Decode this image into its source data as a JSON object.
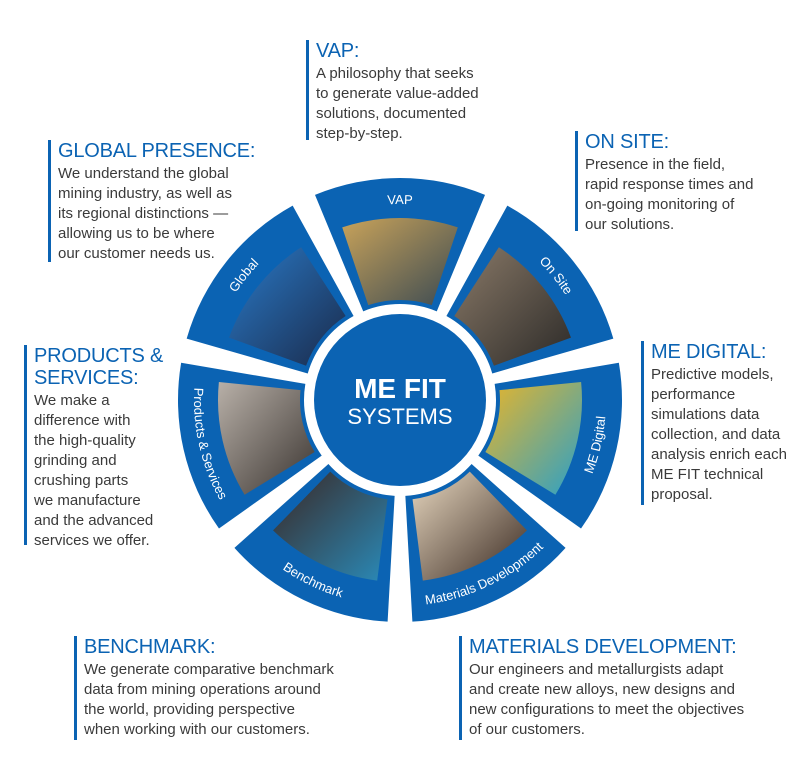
{
  "center": {
    "line1": "ME FIT",
    "line2": "SYSTEMS"
  },
  "segments": [
    {
      "label": "VAP"
    },
    {
      "label": "On Site"
    },
    {
      "label": "ME Digital"
    },
    {
      "label": "Materials Development"
    },
    {
      "label": "Benchmark"
    },
    {
      "label": "Products & Services"
    },
    {
      "label": "Global"
    }
  ],
  "blocks": {
    "vap": {
      "title": "VAP:",
      "body": [
        "A philosophy that seeks",
        "to generate value-added",
        "solutions, documented",
        "step-by-step."
      ]
    },
    "global": {
      "title": "GLOBAL PRESENCE:",
      "body": [
        "We understand the global",
        "mining industry, as well as",
        "its regional distinctions —",
        "allowing us to be where",
        "our customer needs us."
      ]
    },
    "onsite": {
      "title": "ON SITE:",
      "body": [
        "Presence in the field,",
        "rapid response times and",
        "on-going monitoring of",
        "our solutions."
      ]
    },
    "products": {
      "title": [
        "PRODUCTS &",
        "SERVICES:"
      ],
      "body": [
        "We make a",
        "difference with",
        "the high-quality",
        "grinding and",
        "crushing parts",
        "we manufacture",
        "and the advanced",
        "services we offer."
      ]
    },
    "medigital": {
      "title": "ME DIGITAL:",
      "body": [
        "Predictive models,",
        "performance",
        "simulations data",
        "collection,  and data",
        "analysis enrich each",
        "ME FIT technical",
        "proposal."
      ]
    },
    "benchmark": {
      "title": "BENCHMARK:",
      "body": [
        "We generate comparative benchmark",
        "data from mining operations around",
        "the world, providing perspective",
        "when working with our customers."
      ]
    },
    "materials": {
      "title": "MATERIALS DEVELOPMENT:",
      "body": [
        "Our engineers and metallurgists adapt",
        "and create new alloys, new designs and",
        "new configurations to meet the objectives",
        "of our customers."
      ]
    }
  },
  "colors": {
    "brand": "#0b63b3",
    "text": "#3a3a3a"
  }
}
